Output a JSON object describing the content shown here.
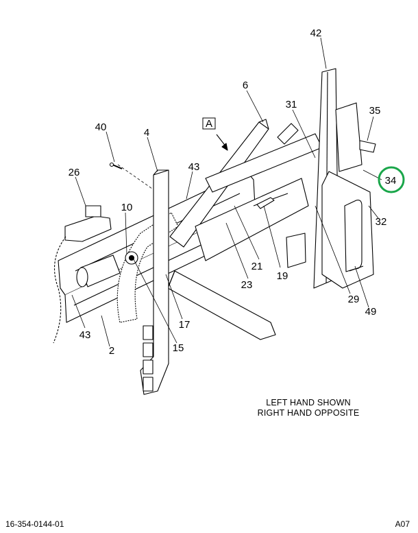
{
  "view_label": "A",
  "callouts": [
    "42",
    "6",
    "31",
    "35",
    "40",
    "4",
    "34",
    "43",
    "26",
    "10",
    "32",
    "21",
    "19",
    "23",
    "29",
    "49",
    "17",
    "43",
    "15",
    "2"
  ],
  "highlighted_callout": "34",
  "note_lines": [
    "LEFT HAND SHOWN",
    "RIGHT HAND OPPOSITE"
  ],
  "document_number": "16-354-0144-01",
  "page_code": "A07",
  "colors": {
    "highlight_ring": "#1aa64a",
    "line": "#000000",
    "shade": "#d9d9d9"
  }
}
